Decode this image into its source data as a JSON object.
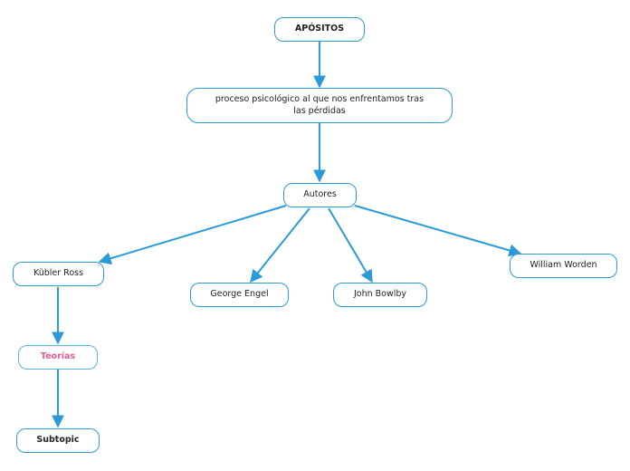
{
  "nodes": {
    "root": {
      "label": "APÓSITOS"
    },
    "definition": {
      "label": "proceso psicológico al que nos enfrentamos tras las pérdidas"
    },
    "authors": {
      "label": "Autores"
    },
    "kubler": {
      "label": "Kübler Ross"
    },
    "engel": {
      "label": "George Engel"
    },
    "bowlby": {
      "label": "John Bowlby"
    },
    "worden": {
      "label": "William Worden"
    },
    "theories": {
      "label": "Teorías"
    },
    "subtopic": {
      "label": "Subtopic"
    }
  },
  "colors": {
    "connector": "#2a9bd8",
    "node_border": "#2a9bd8",
    "highlight_text": "#e25c97"
  }
}
